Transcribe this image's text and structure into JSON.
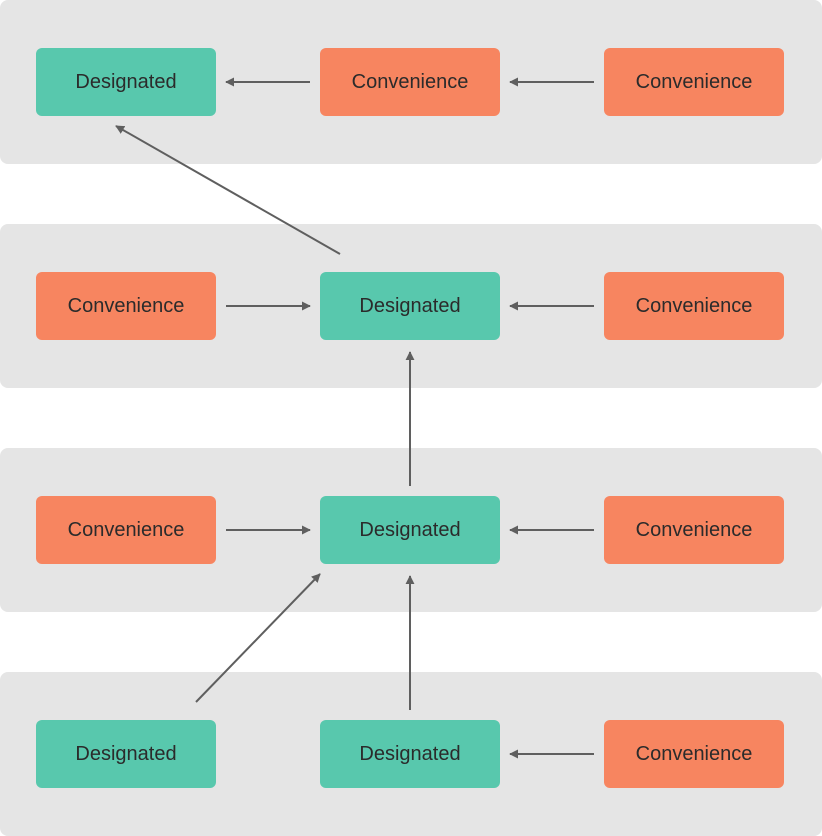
{
  "colors": {
    "designated": "#58c8ad",
    "convenience": "#f78560",
    "band": "#e5e5e5",
    "arrow": "#5f5f5f",
    "text": "#2b2b2b"
  },
  "labels": {
    "designated": "Designated",
    "convenience": "Convenience"
  },
  "rows": [
    {
      "nodes": [
        {
          "id": "r1-c1",
          "kind": "designated",
          "label": "Designated"
        },
        {
          "id": "r1-c2",
          "kind": "convenience",
          "label": "Convenience"
        },
        {
          "id": "r1-c3",
          "kind": "convenience",
          "label": "Convenience"
        }
      ]
    },
    {
      "nodes": [
        {
          "id": "r2-c1",
          "kind": "convenience",
          "label": "Convenience"
        },
        {
          "id": "r2-c2",
          "kind": "designated",
          "label": "Designated"
        },
        {
          "id": "r2-c3",
          "kind": "convenience",
          "label": "Convenience"
        }
      ]
    },
    {
      "nodes": [
        {
          "id": "r3-c1",
          "kind": "convenience",
          "label": "Convenience"
        },
        {
          "id": "r3-c2",
          "kind": "designated",
          "label": "Designated"
        },
        {
          "id": "r3-c3",
          "kind": "convenience",
          "label": "Convenience"
        }
      ]
    },
    {
      "nodes": [
        {
          "id": "r4-c1",
          "kind": "designated",
          "label": "Designated"
        },
        {
          "id": "r4-c2",
          "kind": "designated",
          "label": "Designated"
        },
        {
          "id": "r4-c3",
          "kind": "convenience",
          "label": "Convenience"
        }
      ]
    }
  ],
  "edges": [
    {
      "from": "r1-c2",
      "to": "r1-c1"
    },
    {
      "from": "r1-c3",
      "to": "r1-c2"
    },
    {
      "from": "r2-c2",
      "to": "r1-c1"
    },
    {
      "from": "r2-c1",
      "to": "r2-c2"
    },
    {
      "from": "r2-c3",
      "to": "r2-c2"
    },
    {
      "from": "r3-c2",
      "to": "r2-c2"
    },
    {
      "from": "r3-c1",
      "to": "r3-c2"
    },
    {
      "from": "r3-c3",
      "to": "r3-c2"
    },
    {
      "from": "r4-c1",
      "to": "r3-c2"
    },
    {
      "from": "r4-c2",
      "to": "r3-c2"
    },
    {
      "from": "r4-c3",
      "to": "r4-c2"
    }
  ]
}
